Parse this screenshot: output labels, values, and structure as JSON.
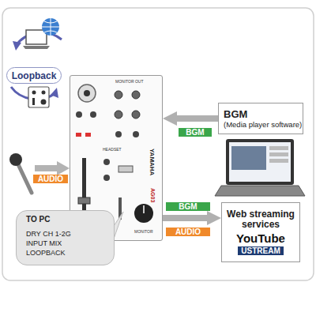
{
  "diagram": {
    "nodes": [
      {
        "text": [
          "Loopback"
        ]
      },
      {
        "text": [
          "YAMAHA",
          "AG03"
        ]
      },
      {
        "text": [
          "BGM",
          "(Media player software)"
        ]
      },
      {
        "text": [
          "Web streaming services",
          "YouTube",
          "USTREAM"
        ]
      },
      {
        "text": [
          "TO PC",
          "DRY CH 1-2G",
          "INPUT MIX",
          "LOOPBACK"
        ]
      }
    ],
    "edges": [
      {
        "from": 2,
        "to": 1,
        "arrow": "to"
      },
      {
        "from": 1,
        "to": 3,
        "arrow": "to"
      }
    ],
    "labels": [
      "MONITOR OUT",
      "HEADSET",
      "MONITOR",
      "AUDIO",
      "BGM",
      "BGM",
      "AUDIO"
    ]
  }
}
